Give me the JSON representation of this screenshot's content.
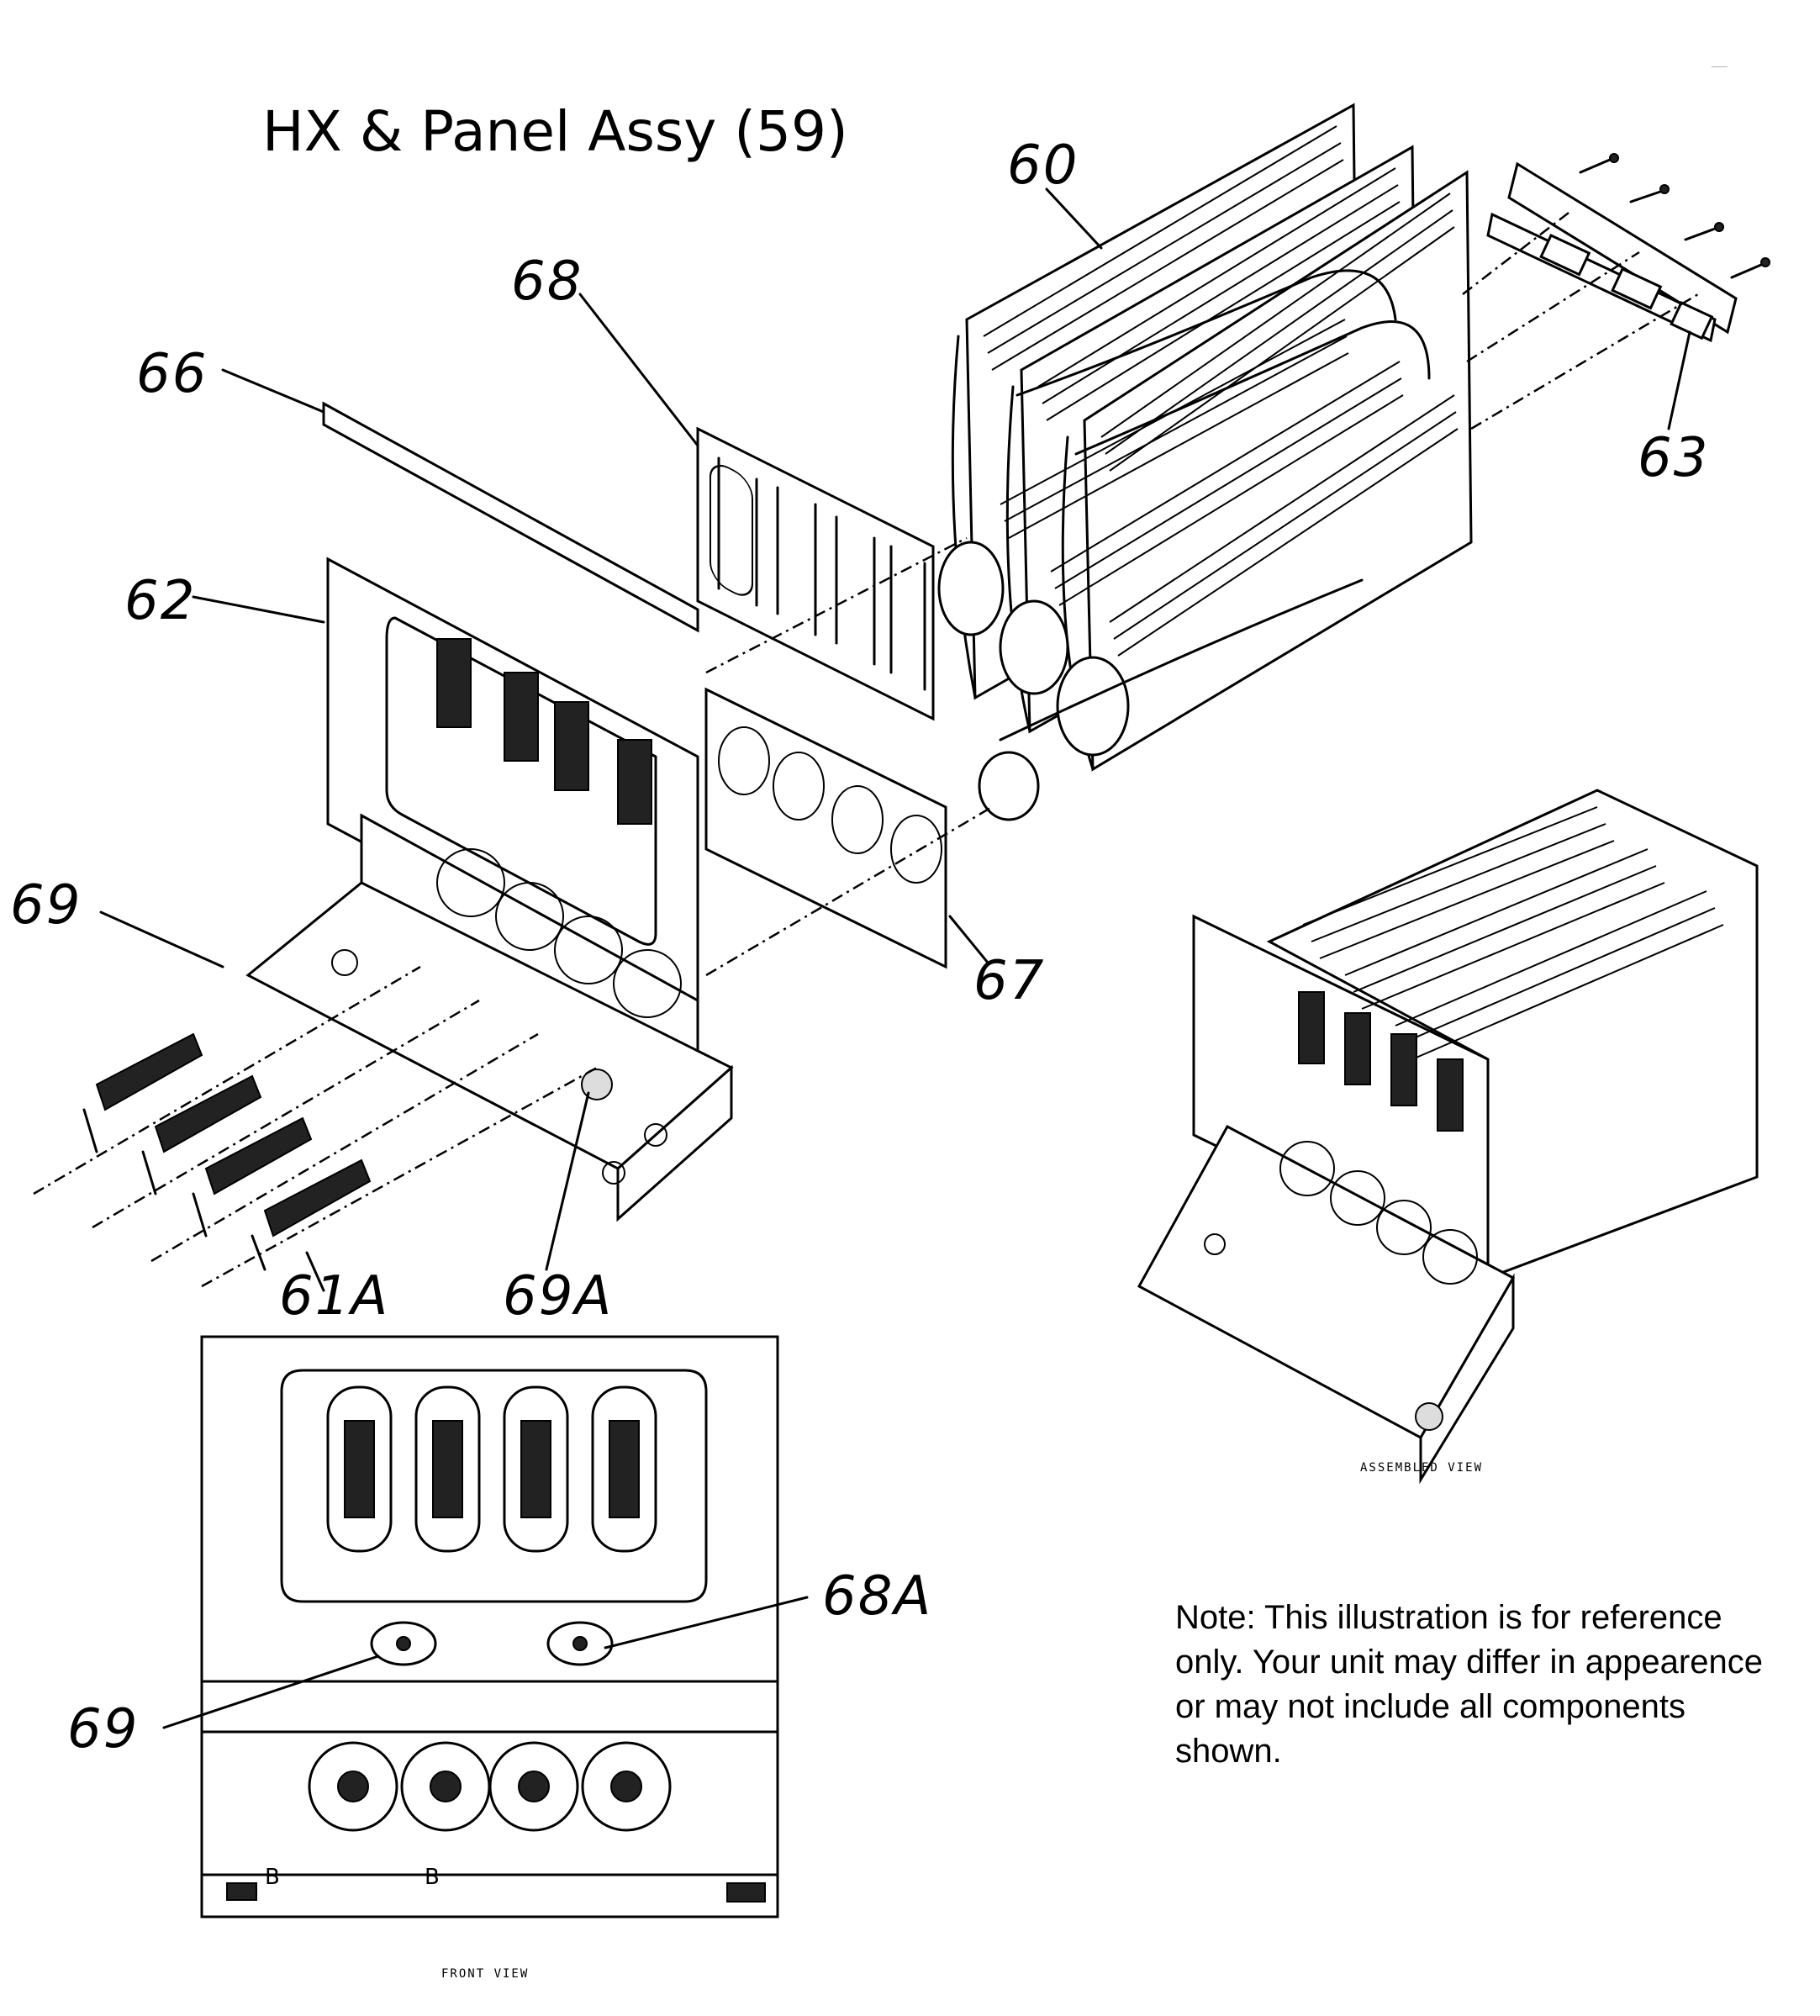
{
  "title": "HX & Panel Assy (59)",
  "callouts": {
    "c60": "60",
    "c68": "68",
    "c66": "66",
    "c63": "63",
    "c62": "62",
    "c69_top": "69",
    "c67": "67",
    "c61a": "61A",
    "c69a": "69A",
    "c68a": "68A",
    "c69_bottom": "69"
  },
  "captions": {
    "assembled": "ASSEMBLED VIEW",
    "front": "FRONT VIEW"
  },
  "front_view_labels": {
    "left_b": "B",
    "center_b": "B"
  },
  "note": "Note: This illustration is for reference only. Your unit may differ in appearence or may not include all components shown."
}
